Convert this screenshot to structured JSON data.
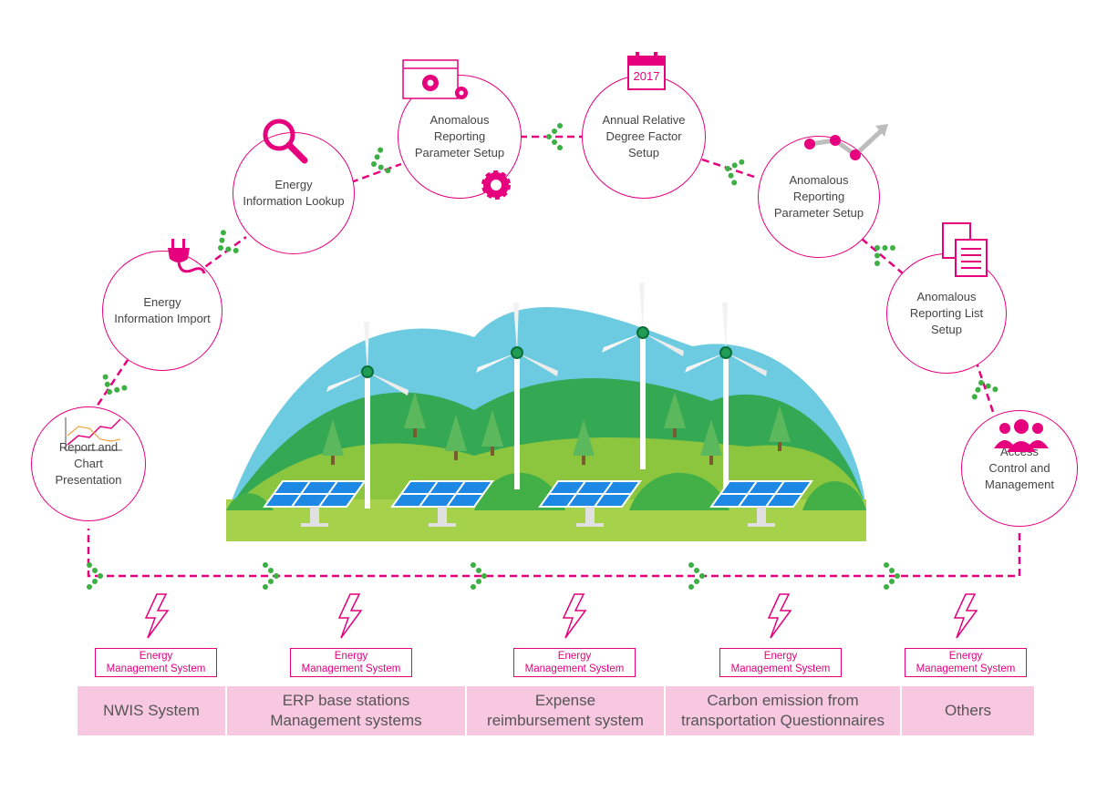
{
  "colors": {
    "accent": "#e6007e",
    "arrow": "#3cb043",
    "source_bar": "#f8c8e1",
    "sky": "#6ccbe0",
    "hill_dark": "#34a853",
    "hill_light": "#a5d24a",
    "panel": "#1e88e5"
  },
  "nodes": [
    {
      "label": "Report and\nChart\nPresentation",
      "icon": "line-chart-icon"
    },
    {
      "label": "Energy\nInformation Import",
      "icon": "plug-icon"
    },
    {
      "label": "Energy\nInformation Lookup",
      "icon": "magnifier-icon"
    },
    {
      "label": "Anomalous\nReporting\nParameter Setup",
      "icon": "gear-window-icon"
    },
    {
      "label": "Annual Relative\nDegree Factor\nSetup",
      "icon": "calendar-icon",
      "calendar_year": "2017"
    },
    {
      "label": "Anomalous\nReporting\nParameter Setup",
      "icon": "trend-arrow-icon"
    },
    {
      "label": "Anomalous\nReporting List\nSetup",
      "icon": "documents-icon"
    },
    {
      "label": "Access\nControl and\nManagement",
      "icon": "users-icon"
    }
  ],
  "ems_label": "Energy\nManagement System",
  "sources": [
    {
      "label": "NWIS System"
    },
    {
      "label": "ERP base stations\nManagement systems"
    },
    {
      "label": "Expense\nreimbursement system"
    },
    {
      "label": "Carbon emission from\ntransportation Questionnaires"
    },
    {
      "label": "Others"
    }
  ]
}
